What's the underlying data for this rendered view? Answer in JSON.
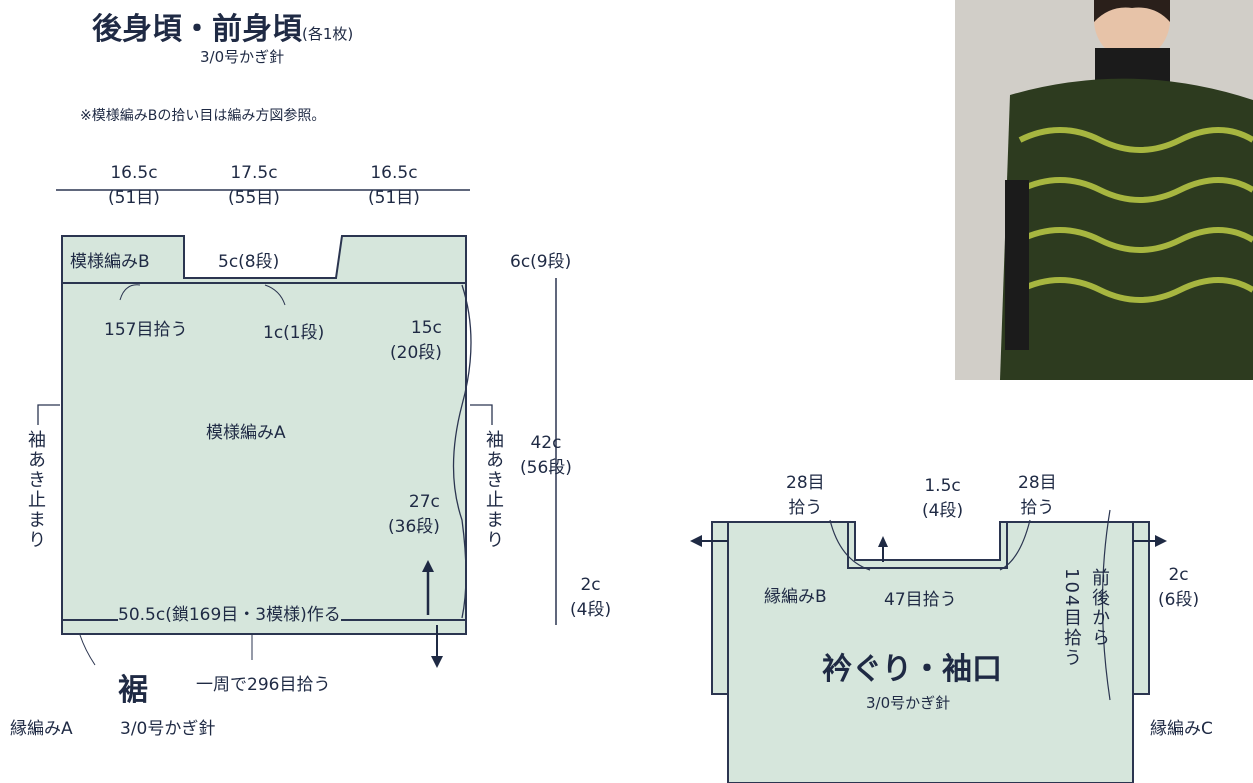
{
  "left": {
    "title": "後身頃・前身頃",
    "title_note": "(各1枚)",
    "hook": "3/0号かぎ針",
    "note": "※模様編みBの拾い目は編み方図参照。",
    "dims_top": [
      {
        "cm": "16.5c",
        "st": "(51目)"
      },
      {
        "cm": "17.5c",
        "st": "(55目)"
      },
      {
        "cm": "16.5c",
        "st": "(51目)"
      }
    ],
    "pattern_b": "模様編みB",
    "neck_depth": "5c(8段)",
    "top_height": "6c(9段)",
    "pickup_157": "157目拾う",
    "row_1": "1c(1段)",
    "pattern_a": "模様編みA",
    "armhole": {
      "cm": "15c",
      "rows": "(20段)"
    },
    "total": {
      "cm": "42c",
      "rows": "(56段)"
    },
    "side": {
      "cm": "27c",
      "rows": "(36段)"
    },
    "hem_h": {
      "cm": "2c",
      "rows": "(4段)"
    },
    "sleeve_stop_left": "袖あき止まり",
    "sleeve_stop_right": "袖あき止まり",
    "base_chain": "50.5c(鎖169目・3模様)作る",
    "hem_label": "裾",
    "hem_pickup": "一周で296目拾う",
    "hem_edge": "縁編みA",
    "hem_hook": "3/0号かぎ針"
  },
  "right": {
    "pick28_left": [
      "28目",
      "拾う"
    ],
    "neck_h": {
      "cm": "1.5c",
      "rows": "(4段)"
    },
    "pick28_right": [
      "28目",
      "拾う"
    ],
    "edge_b": "縁編みB",
    "pick47": "47目拾う",
    "pick104_a": "104目拾う",
    "pick104_b": "前後から",
    "edge_c_h": {
      "cm": "2c",
      "rows": "(6段)"
    },
    "title": "衿ぐり・袖口",
    "hook": "3/0号かぎ針",
    "edge_c": "縁編みC"
  },
  "colors": {
    "fill": "#d6e6dc",
    "line": "#2b3550",
    "text": "#1f2a44"
  }
}
